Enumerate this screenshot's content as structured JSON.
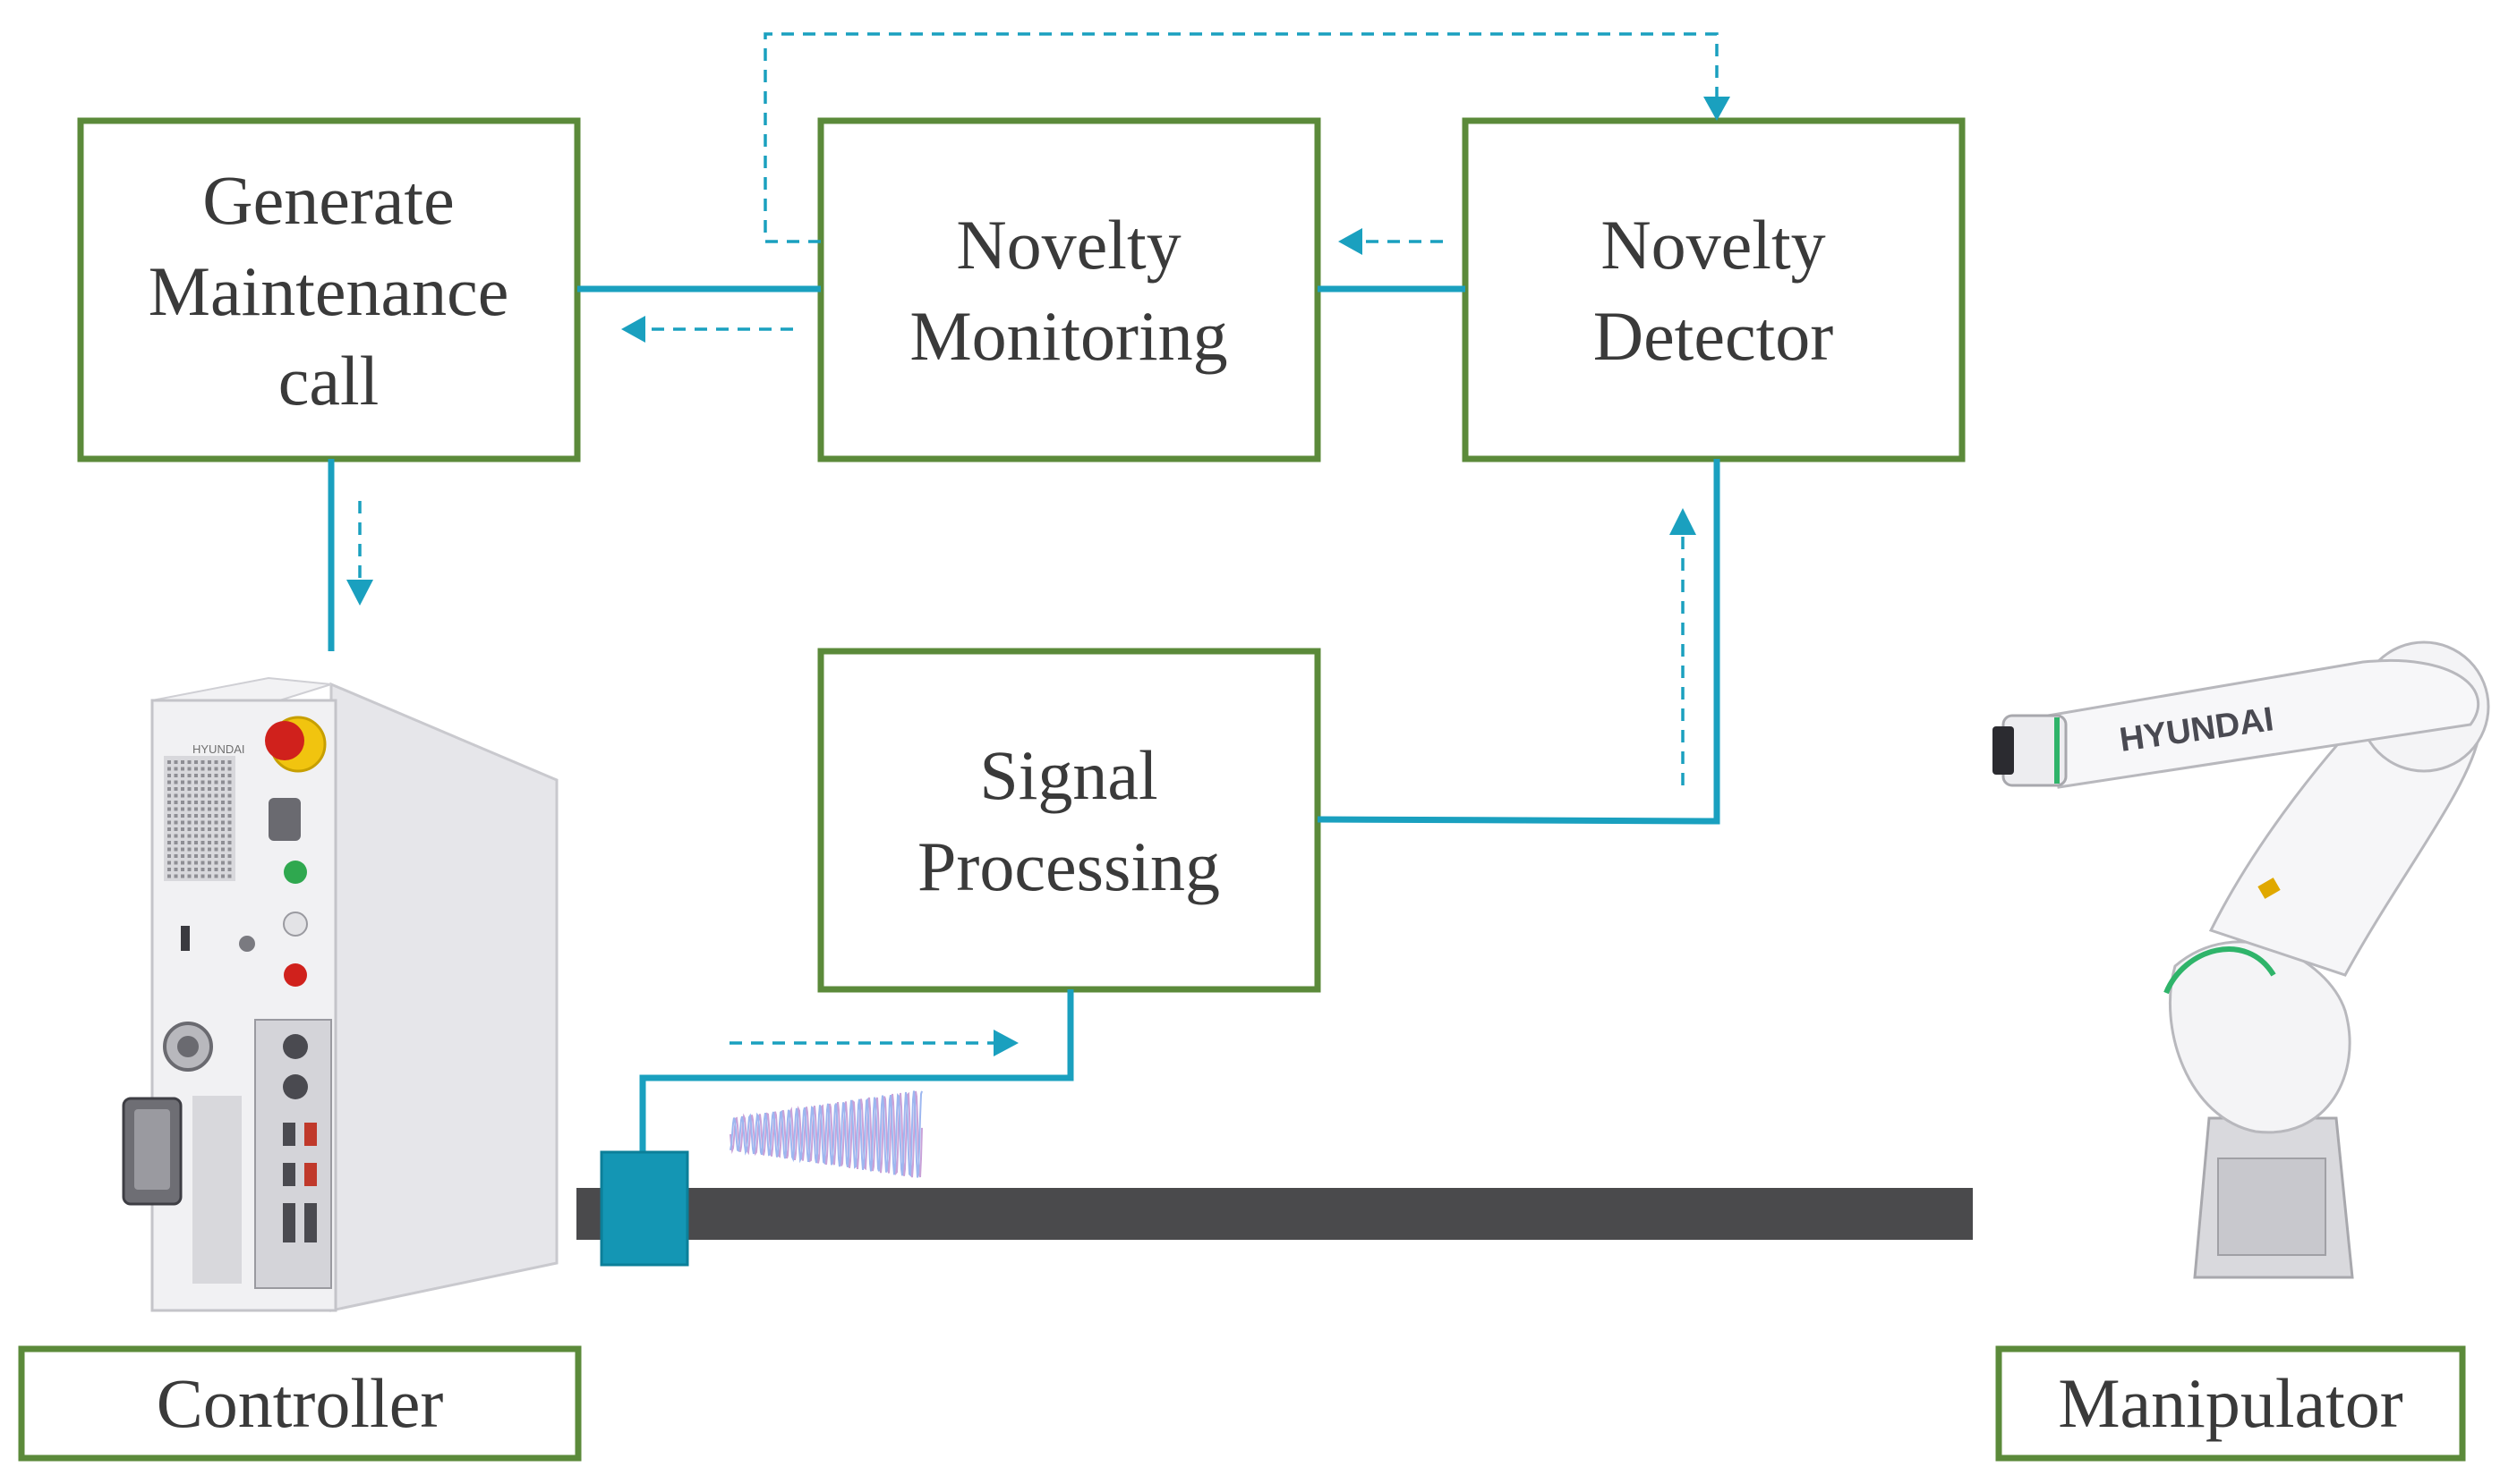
{
  "boxes": {
    "generate_maintenance": [
      "Generate",
      "Maintenance",
      "call"
    ],
    "novelty_monitoring": [
      "Novelty",
      "Monitoring"
    ],
    "novelty_detector": [
      "Novelty",
      "Detector"
    ],
    "signal_processing": [
      "Signal",
      "Processing"
    ],
    "controller": [
      "Controller"
    ],
    "manipulator": [
      "Manipulator"
    ]
  },
  "controller_image": {
    "brand": "HYUNDAI"
  },
  "manipulator_image": {
    "brand": "HYUNDAI"
  },
  "colors": {
    "box_border": "#5b8a3a",
    "connector": "#1aa0bf",
    "shaft": "#4a4a4c",
    "text": "#3a3a3a"
  }
}
